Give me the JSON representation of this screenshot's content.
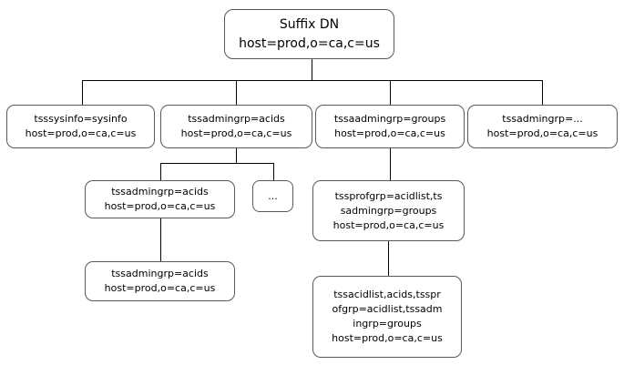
{
  "nodes": {
    "root": {
      "lines": [
        "Suffix DN",
        "host=prod,o=ca,c=us"
      ]
    },
    "sysinfo": {
      "lines": [
        "tsssysinfo=sysinfo",
        "host=prod,o=ca,c=us"
      ]
    },
    "admingrp_acids": {
      "lines": [
        "tssadmingrp=acids",
        "host=prod,o=ca,c=us"
      ]
    },
    "aadmingrp_groups": {
      "lines": [
        "tssaadmingrp=groups",
        "host=prod,o=ca,c=us"
      ]
    },
    "admingrp_more": {
      "lines": [
        "tssadmingrp=...",
        "host=prod,o=ca,c=us"
      ]
    },
    "admingrp_acids_l3": {
      "lines": [
        "tssadmingrp=acids",
        "host=prod,o=ca,c=us"
      ]
    },
    "ellipsis": {
      "lines": [
        "..."
      ]
    },
    "profgrp": {
      "lines": [
        "tssprofgrp=acidlist,ts",
        "sadmingrp=groups",
        "host=prod,o=ca,c=us"
      ]
    },
    "admingrp_acids_l4": {
      "lines": [
        "tssadmingrp=acids",
        "host=prod,o=ca,c=us"
      ]
    },
    "acidlist": {
      "lines": [
        "tssacidlist,acids,tsspr",
        "ofgrp=acidlist,tssadm",
        "ingrp=groups",
        "host=prod,o=ca,c=us"
      ]
    }
  },
  "colors": {
    "box_border": "#595959",
    "connector": "#000000",
    "text": "#000000",
    "background": "#ffffff"
  }
}
